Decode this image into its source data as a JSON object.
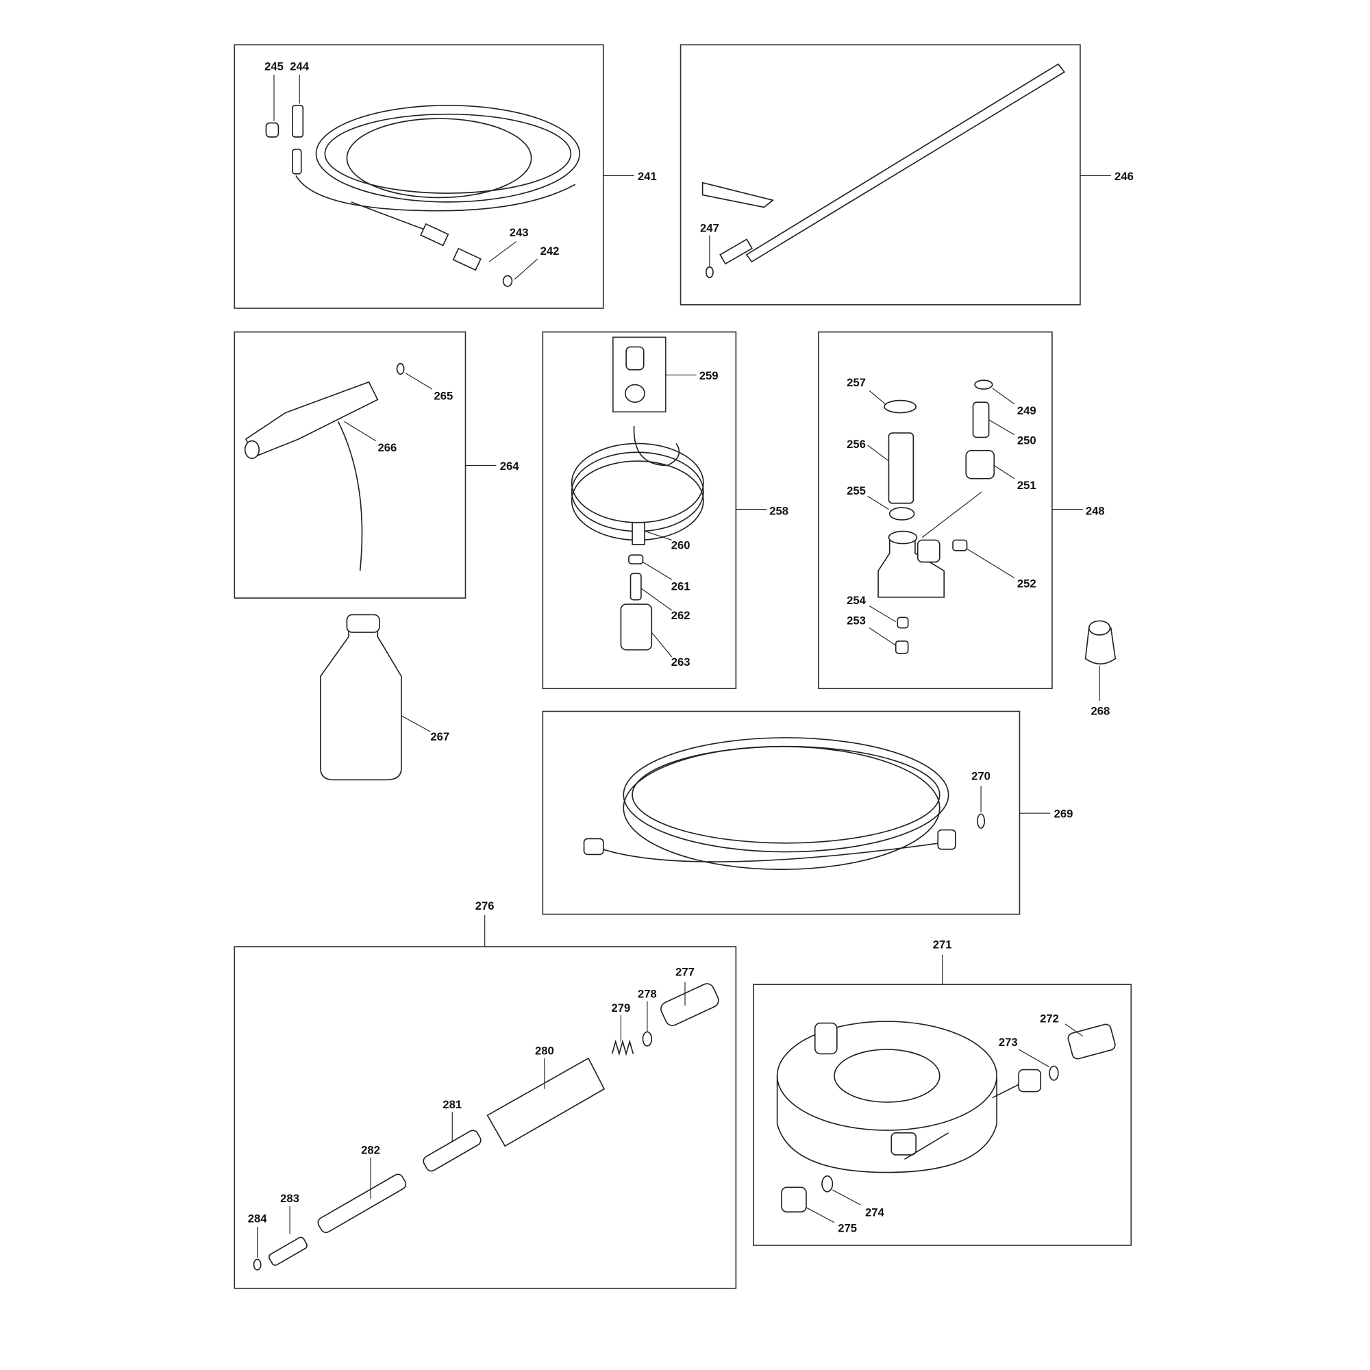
{
  "labels": {
    "p241": "241",
    "p242": "242",
    "p243": "243",
    "p244": "244",
    "p245": "245",
    "p246": "246",
    "p247": "247",
    "p248": "248",
    "p249": "249",
    "p250": "250",
    "p251": "251",
    "p252": "252",
    "p253": "253",
    "p254": "254",
    "p255": "255",
    "p256": "256",
    "p257": "257",
    "p258": "258",
    "p259": "259",
    "p260": "260",
    "p261": "261",
    "p262": "262",
    "p263": "263",
    "p264": "264",
    "p265": "265",
    "p266": "266",
    "p267": "267",
    "p268": "268",
    "p269": "269",
    "p270": "270",
    "p271": "271",
    "p272": "272",
    "p273": "273",
    "p274": "274",
    "p275": "275",
    "p276": "276",
    "p277": "277",
    "p278": "278",
    "p279": "279",
    "p280": "280",
    "p281": "281",
    "p282": "282",
    "p283": "283",
    "p284": "284"
  }
}
